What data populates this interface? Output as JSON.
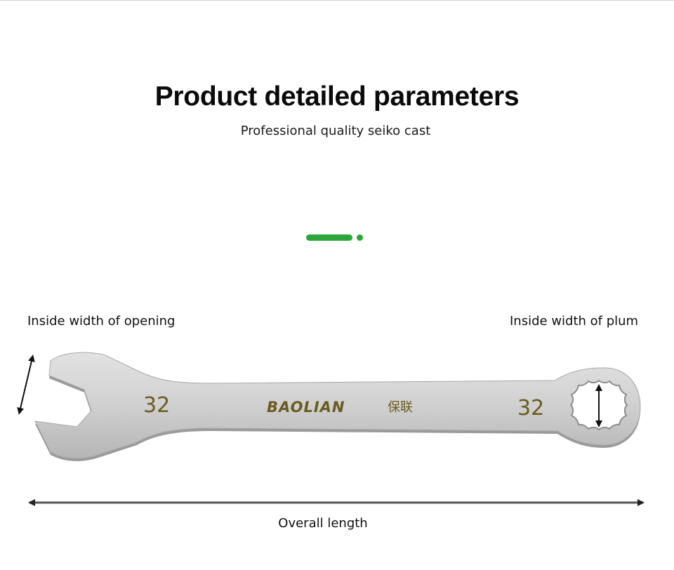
{
  "header": {
    "title": "Product detailed parameters",
    "subtitle": "Professional quality seiko cast"
  },
  "colors": {
    "accent": "#2aa63a",
    "engraving": "#6b5c1f",
    "steel": "#cfcfcf"
  },
  "labels": {
    "opening": "Inside width of opening",
    "plum": "Inside width of plum",
    "length": "Overall length"
  },
  "wrench": {
    "open_end_size": "32",
    "ring_end_size": "32",
    "brand": "BAOLIAN",
    "brand_cn": "保联"
  }
}
